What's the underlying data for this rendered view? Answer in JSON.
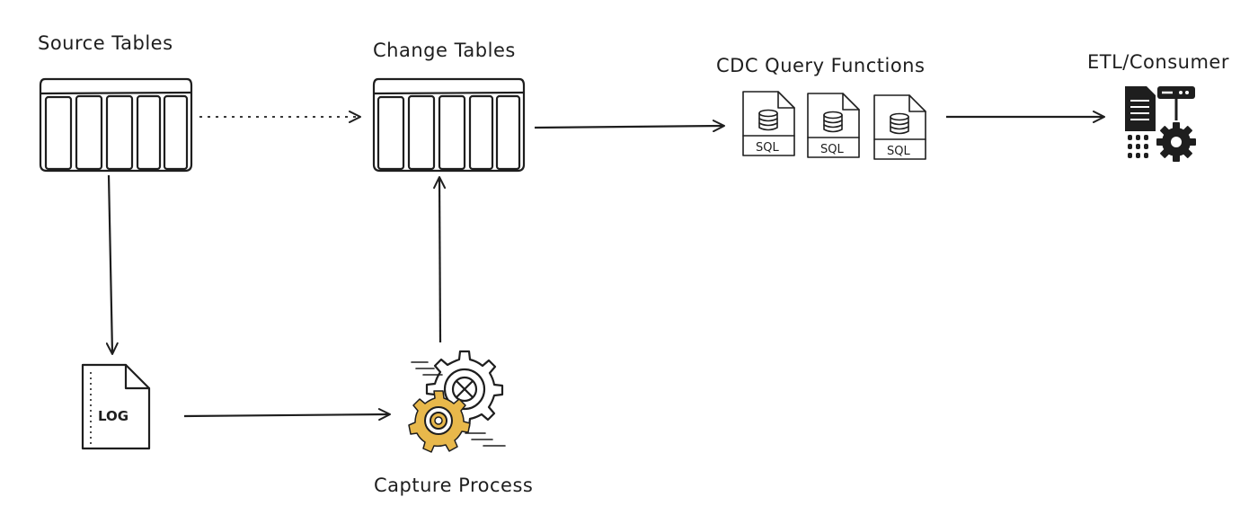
{
  "nodes": {
    "source_tables": {
      "label": "Source Tables"
    },
    "change_tables": {
      "label": "Change Tables"
    },
    "cdc_query_functions": {
      "label": "CDC Query Functions",
      "file_label": "SQL"
    },
    "etl_consumer": {
      "label": "ETL/Consumer"
    },
    "log": {
      "label": "LOG"
    },
    "capture_process": {
      "label": "Capture Process"
    }
  },
  "edges": [
    {
      "from": "source_tables",
      "to": "change_tables",
      "style": "dotted"
    },
    {
      "from": "source_tables",
      "to": "log",
      "style": "solid"
    },
    {
      "from": "log",
      "to": "capture_process",
      "style": "solid"
    },
    {
      "from": "capture_process",
      "to": "change_tables",
      "style": "solid"
    },
    {
      "from": "change_tables",
      "to": "cdc_query_functions",
      "style": "solid"
    },
    {
      "from": "cdc_query_functions",
      "to": "etl_consumer",
      "style": "solid"
    }
  ],
  "colors": {
    "ink": "#1e1e1e",
    "gear_accent": "#e8b84b"
  },
  "icons": [
    "table-icon",
    "sql-file-icon",
    "log-file-icon",
    "gear-icon",
    "server-icon"
  ]
}
